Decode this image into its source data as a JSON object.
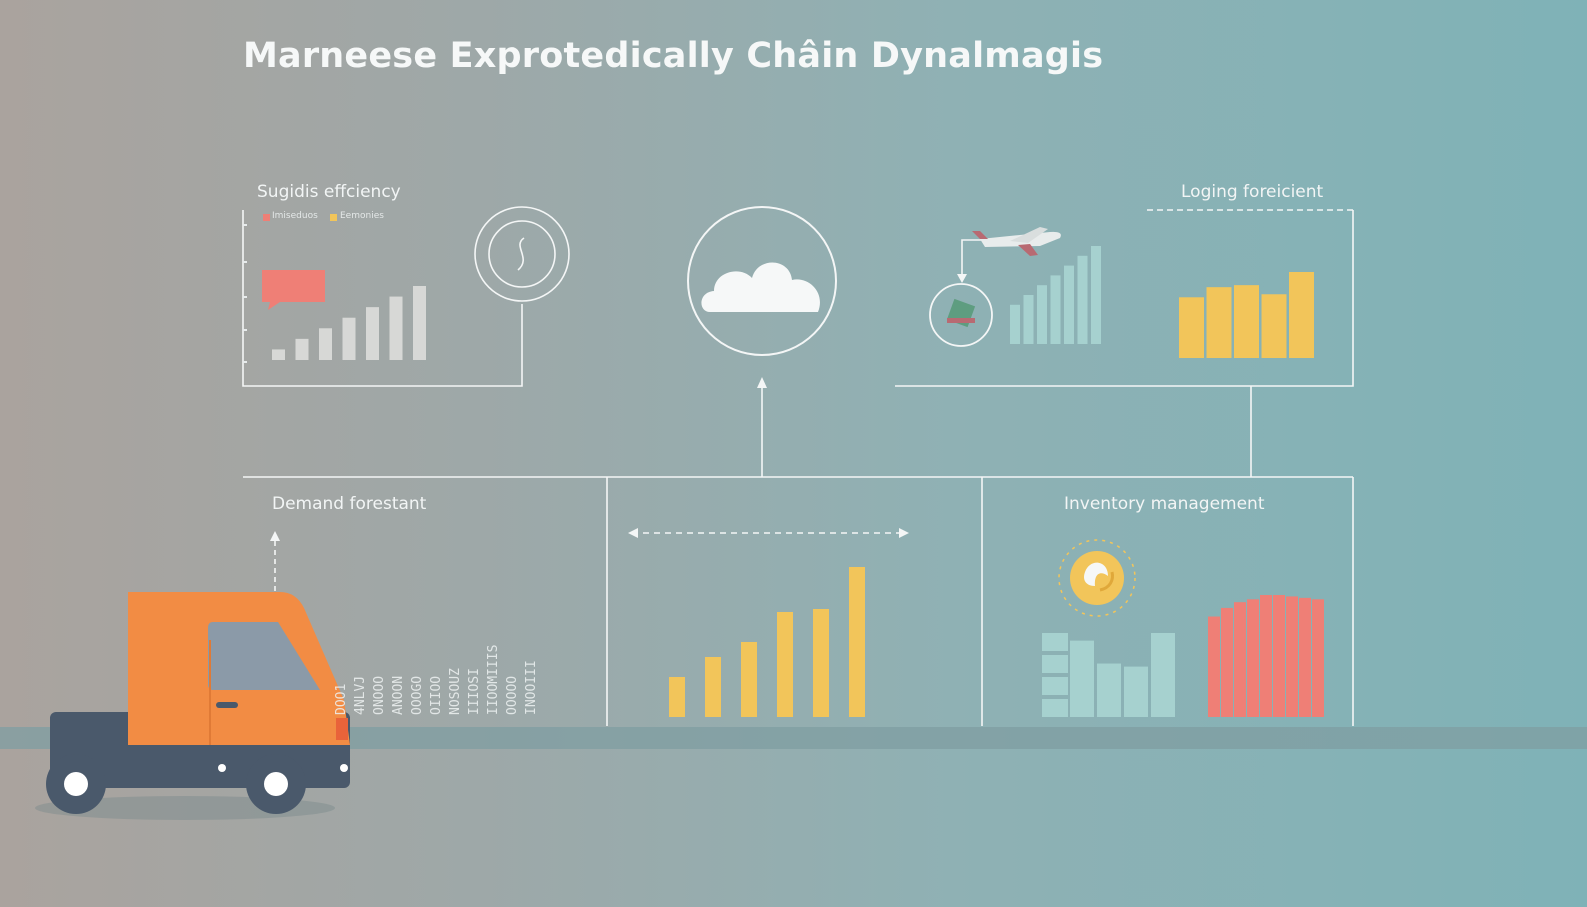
{
  "title": "Marneese Exprotedically Châin Dynalmagis",
  "panels": {
    "supply": {
      "label": "Sugidis effciency",
      "legend": [
        "Imiseduos",
        "Eemonies"
      ],
      "bars": [
        1,
        2,
        3,
        4,
        5,
        6,
        7
      ]
    },
    "logistics": {
      "label": "Loging foreicient",
      "teal_bars": [
        4,
        5,
        6,
        7,
        8,
        9,
        10
      ],
      "yellow_bars": [
        6,
        7,
        7.2,
        6.3,
        8.5
      ]
    },
    "demand": {
      "label": "Demand forestant",
      "text_columns": [
        "DOO1",
        "4NLVJ",
        "ONOOO",
        "ANOON",
        "OOOGO",
        "OIIOO",
        "NOSOUZ",
        "IIIOSI",
        "IIOOMIIIS",
        "OOOOO",
        "INOOIII"
      ]
    },
    "middle": {
      "bars": [
        4,
        6,
        7.5,
        10.5,
        10.8,
        15
      ]
    },
    "inventory": {
      "label": "Inventory management",
      "teal_bars": [
        5,
        3.5,
        3.3,
        5.5
      ],
      "red_bars": [
        7,
        7.6,
        8,
        8.2,
        8.5,
        8.5,
        8.4,
        8.3,
        8.2
      ]
    }
  },
  "colors": {
    "yellow": "#f2c55a",
    "red": "#ef7f76",
    "teal": "#a6d1cf",
    "grey_bar": "#d7d8d6",
    "orange": "#f28c44",
    "truck_body": "#4a596b",
    "line": "#f4f6f6"
  },
  "icons": [
    "cloud-icon",
    "airplane-icon",
    "recycle-icon",
    "globe-icon",
    "gauge-icon",
    "truck-icon"
  ]
}
